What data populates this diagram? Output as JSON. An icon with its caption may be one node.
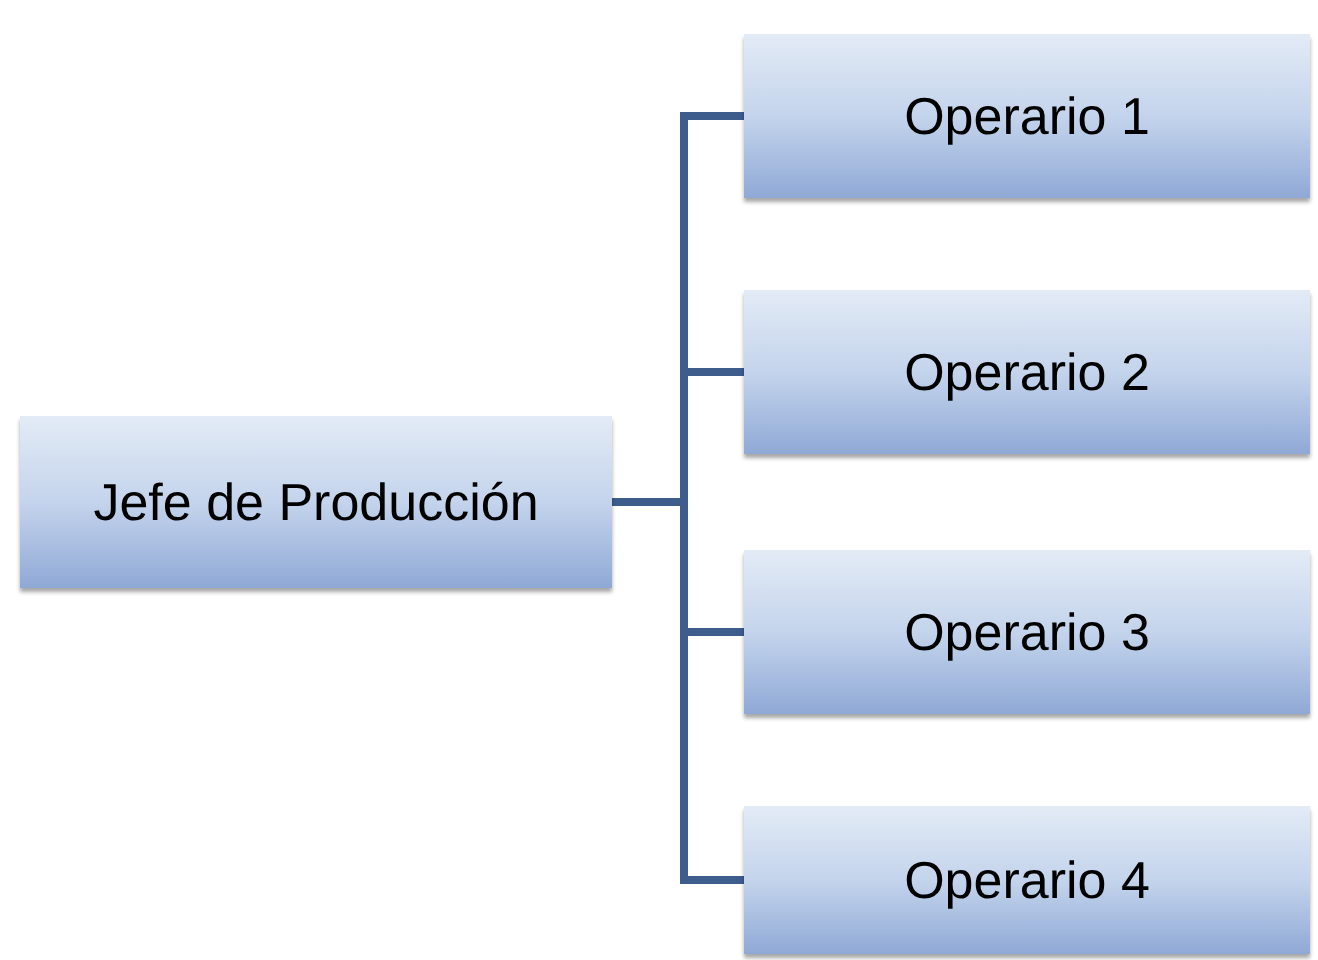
{
  "diagram": {
    "nodes": [
      {
        "text": [
          "Jefe de Producción"
        ]
      },
      {
        "text": [
          "Operario 1"
        ]
      },
      {
        "text": [
          "Operario 2"
        ]
      },
      {
        "text": [
          "Operario 3"
        ]
      },
      {
        "text": [
          "Operario 4"
        ]
      }
    ],
    "edges": [
      {
        "from": 0,
        "to": 1,
        "arrow": "none"
      },
      {
        "from": 0,
        "to": 2,
        "arrow": "none"
      },
      {
        "from": 0,
        "to": 3,
        "arrow": "none"
      },
      {
        "from": 0,
        "to": 4,
        "arrow": "none"
      }
    ]
  }
}
